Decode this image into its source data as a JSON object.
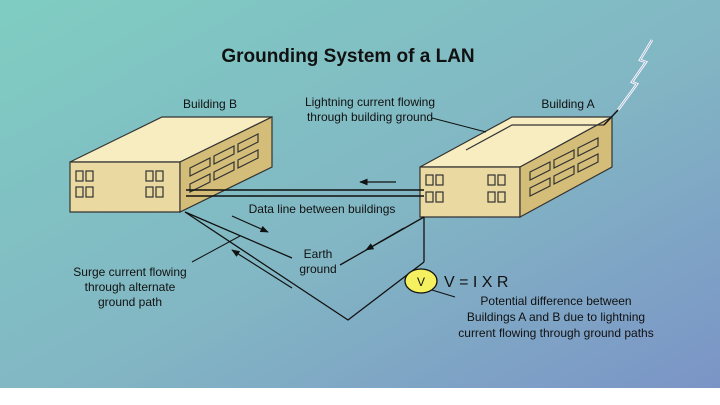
{
  "title": "Grounding System of a LAN",
  "labels": {
    "building_b": "Building B",
    "building_a": "Building A",
    "lightning_current": [
      "Lightning current flowing",
      "through building ground"
    ],
    "data_line": "Data line between buildings",
    "earth_ground": [
      "Earth",
      "ground"
    ],
    "surge_current": [
      "Surge current flowing",
      "through alternate",
      "ground path"
    ],
    "voltmeter_symbol": "V",
    "equation": "V = I X R",
    "potential_difference": [
      "Potential difference between",
      "Buildings A and B due to lightning",
      "current flowing through ground paths"
    ]
  },
  "colors": {
    "background_left": "#7fcdc2",
    "background_right": "#7b94c6",
    "building_top": "#f7edc0",
    "building_front": "#ead9a0",
    "building_side": "#d4bd78",
    "voltmeter": "#f4f060",
    "lightning": "#ffffff"
  },
  "icons": [
    "lightning-bolt-icon",
    "voltmeter-icon"
  ]
}
